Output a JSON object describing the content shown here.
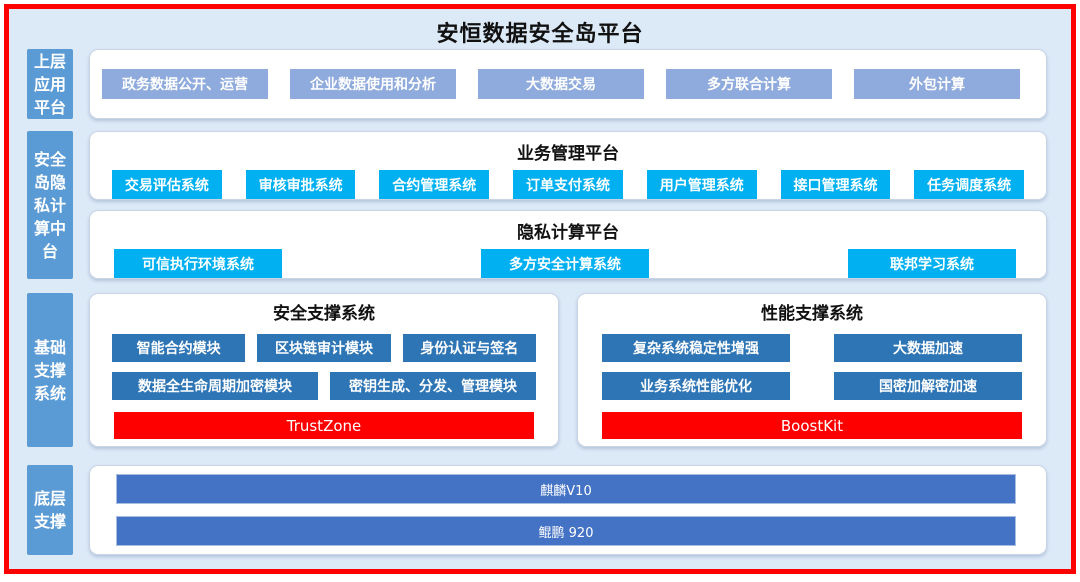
{
  "title": "安恒数据安全岛平台",
  "colors": {
    "outer_border": "#FE0000",
    "background": "#DCE9F7",
    "sidebar_blue": "#5B9BD5",
    "app_button_blue": "#8FAADC",
    "system_button_cyan": "#00B0F0",
    "module_button_blue": "#2E75B6",
    "tech_bar_red": "#FE0000",
    "bottom_bar_blue": "#4472C4"
  },
  "sidebar": {
    "upper": "上层应用平台",
    "middle": "安全岛隐私计算中台",
    "base": "基础支撑系统",
    "bottom": "底层支撑"
  },
  "app_layer": {
    "items": [
      "政务数据公开、运营",
      "企业数据使用和分析",
      "大数据交易",
      "多方联合计算",
      "外包计算"
    ]
  },
  "business_platform": {
    "title": "业务管理平台",
    "items": [
      "交易评估系统",
      "审核审批系统",
      "合约管理系统",
      "订单支付系统",
      "用户管理系统",
      "接口管理系统",
      "任务调度系统"
    ]
  },
  "privacy_platform": {
    "title": "隐私计算平台",
    "items": [
      "可信执行环境系统",
      "多方安全计算系统",
      "联邦学习系统"
    ]
  },
  "security_support": {
    "title": "安全支撑系统",
    "row1": [
      "智能合约模块",
      "区块链审计模块",
      "身份认证与签名"
    ],
    "row2": [
      "数据全生命周期加密模块",
      "密钥生成、分发、管理模块"
    ],
    "base_bar": "TrustZone"
  },
  "performance_support": {
    "title": "性能支撑系统",
    "row1": [
      "复杂系统稳定性增强",
      "大数据加速"
    ],
    "row2": [
      "业务系统性能优化",
      "国密加解密加速"
    ],
    "base_bar": "BoostKit"
  },
  "bottom_layer": {
    "bars": [
      "麒麟V10",
      "鲲鹏 920"
    ]
  }
}
